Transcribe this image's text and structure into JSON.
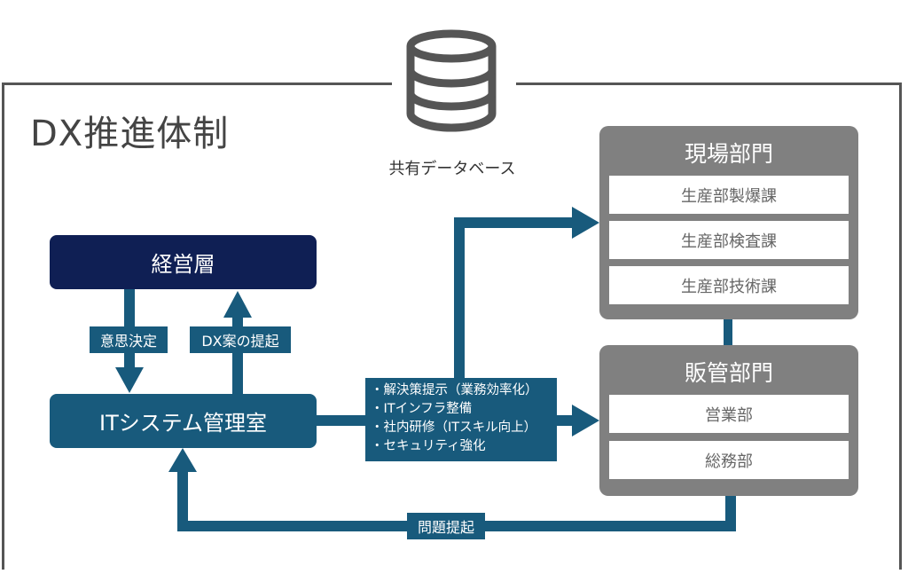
{
  "title": "DX推進体制",
  "database": {
    "label": "共有データベース",
    "icon": "database-icon"
  },
  "management": {
    "label": "経営層"
  },
  "it_office": {
    "label": "ITシステム管理室"
  },
  "flow_labels": {
    "decision": "意思決定",
    "proposal": "DX案の提起",
    "issue": "問題提起"
  },
  "it_actions": [
    "・解決策提示（業務効率化）",
    "・ITインフラ整備",
    "・社内研修（ITスキル向上）",
    "・セキュリティ強化"
  ],
  "departments": [
    {
      "title": "現場部門",
      "units": [
        "生産部製爆課",
        "生産部検査課",
        "生産部技術課"
      ]
    },
    {
      "title": "販管部門",
      "units": [
        "営業部",
        "総務部"
      ]
    }
  ],
  "colors": {
    "management": "#0f1f54",
    "it": "#185a7c",
    "department": "#808080"
  }
}
